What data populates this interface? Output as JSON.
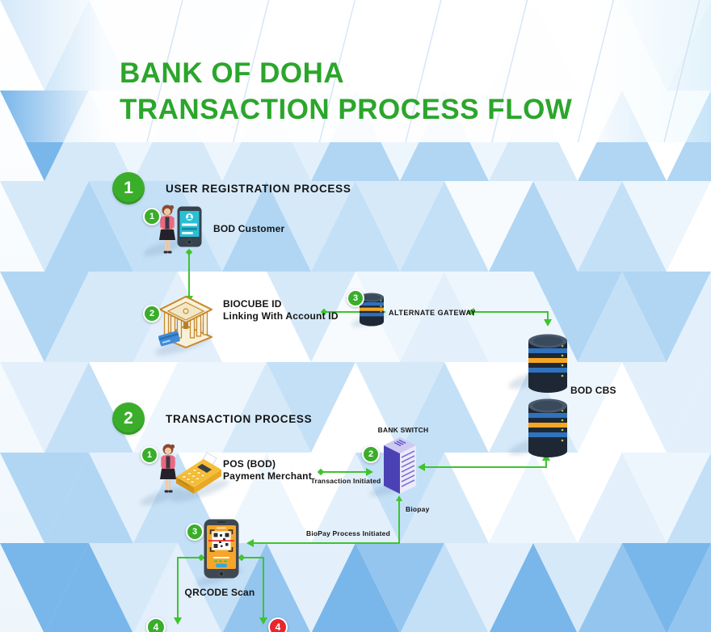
{
  "title": {
    "line1": "BANK OF DOHA",
    "line2": "TRANSACTION PROCESS FLOW"
  },
  "colors": {
    "title_green": "#2BA62B",
    "badge_green": "#3AAE2B",
    "arrow_green": "#3FC42E",
    "badge_red": "#E8262B",
    "text_dark": "#141414"
  },
  "sections": [
    {
      "number": "1",
      "title": "USER REGISTRATION PROCESS"
    },
    {
      "number": "2",
      "title": "TRANSACTION PROCESS"
    }
  ],
  "registration": {
    "customer": {
      "step": "1",
      "label": "BOD Customer"
    },
    "bank": {
      "step": "2",
      "line1": "BIOCUBE ID",
      "line2": "Linking With Account ID"
    },
    "gateway": {
      "step": "3",
      "label": "ALTERNATE GATEWAY"
    },
    "cbs": {
      "label": "BOD CBS"
    }
  },
  "transaction": {
    "pos": {
      "step": "1",
      "line1": "POS (BOD)",
      "line2": "Payment Merchant"
    },
    "switch": {
      "step": "2",
      "title": "BANK SWITCH",
      "sublabel": "Biopay"
    },
    "labels": {
      "transaction_initiated": "Transaction Initiated",
      "biopay_process": "BioPay Process Initiated"
    },
    "qrcode": {
      "step": "3",
      "label": "QRCODE Scan"
    },
    "outcome_left": {
      "step": "4"
    },
    "outcome_right": {
      "step": "4"
    }
  }
}
